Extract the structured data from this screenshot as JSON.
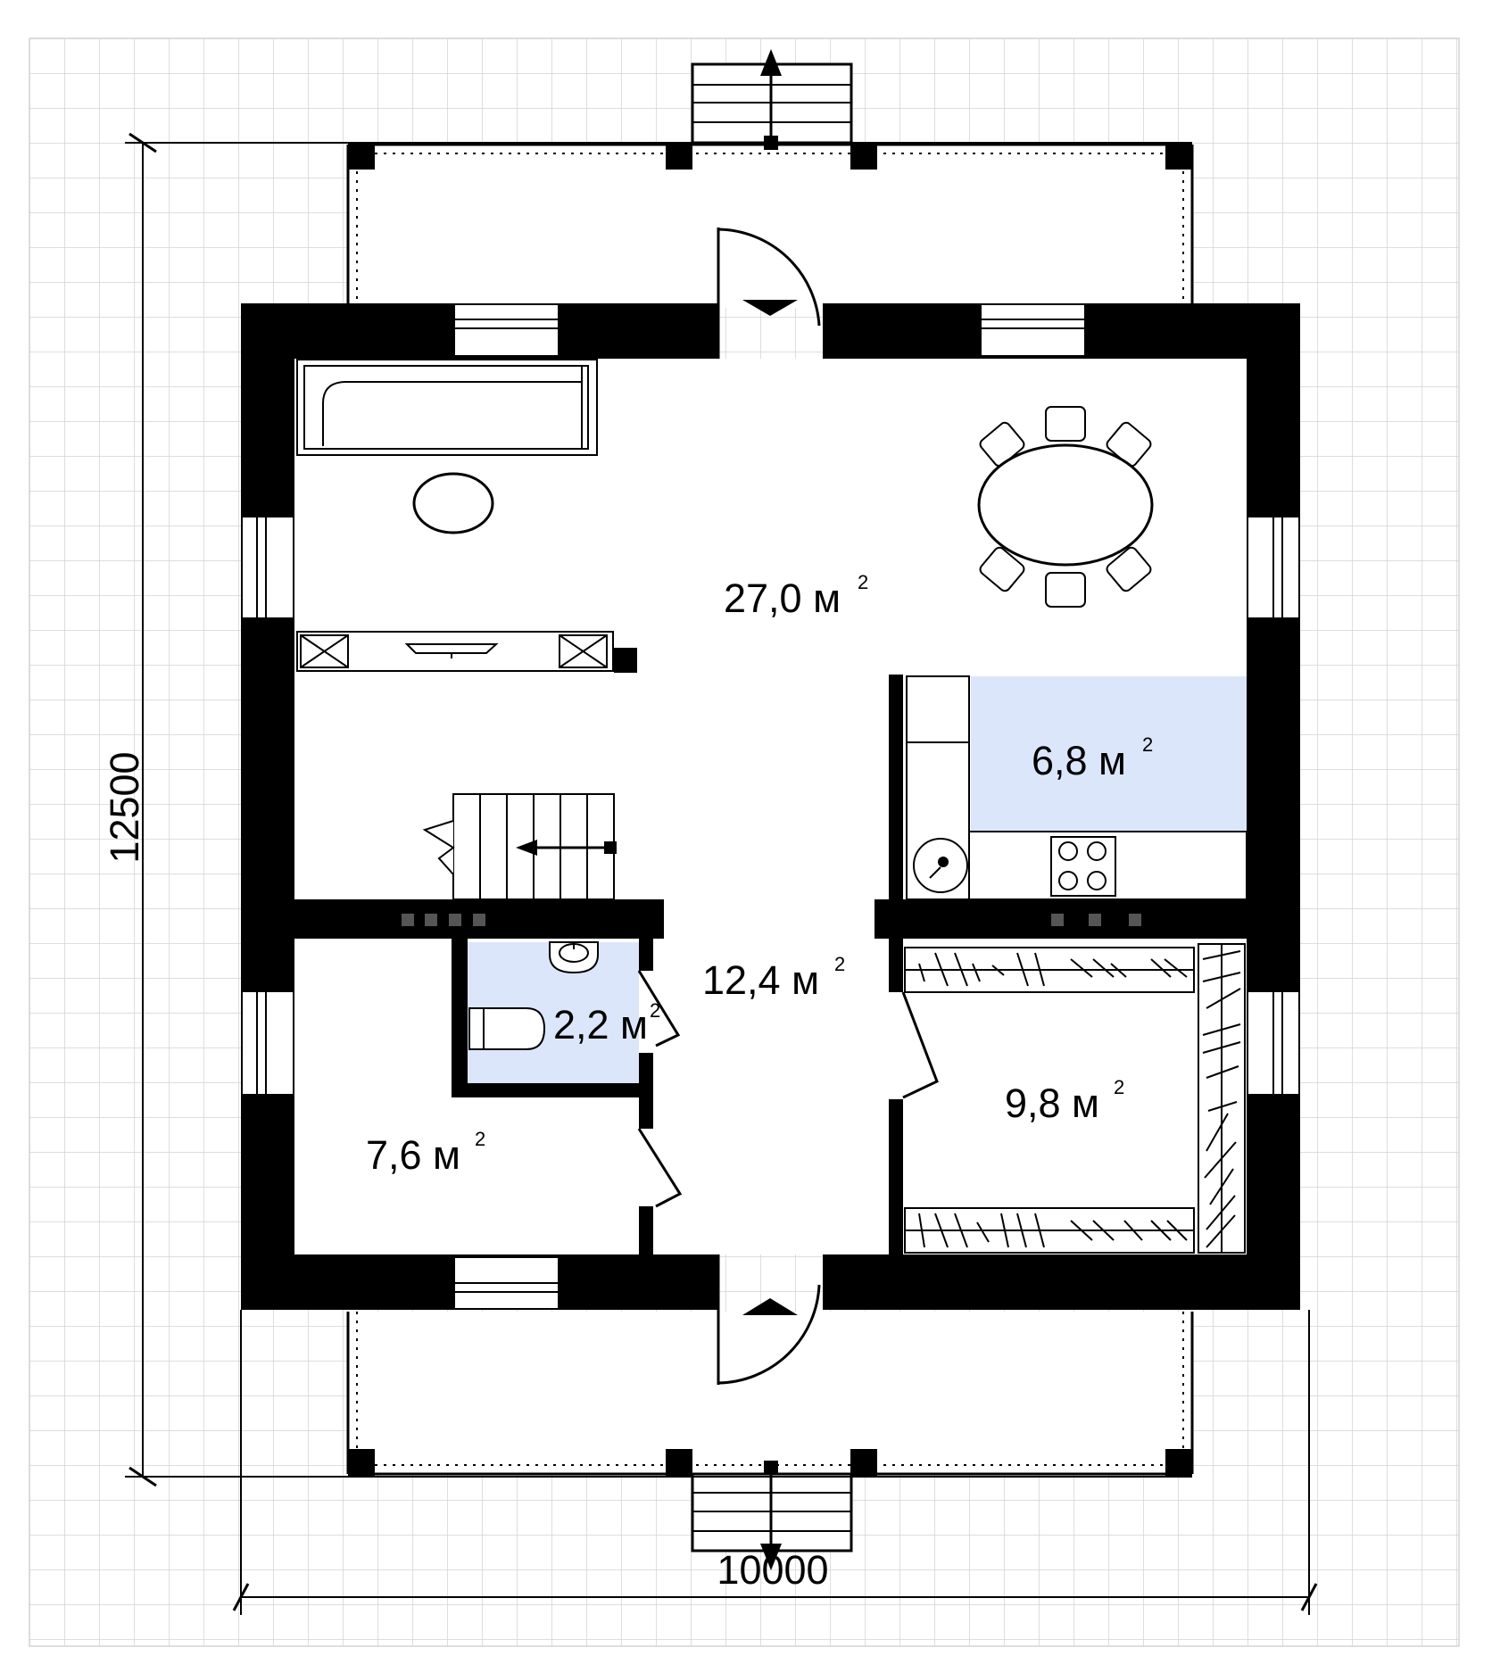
{
  "dimensions": {
    "width": "10000",
    "height": "12500"
  },
  "rooms": [
    {
      "id": "living",
      "area": "27,0 м",
      "unit_sup": "2"
    },
    {
      "id": "kitchen",
      "area": "6,8 м",
      "unit_sup": "2"
    },
    {
      "id": "hall",
      "area": "12,4 м",
      "unit_sup": "2"
    },
    {
      "id": "bathroom",
      "area": "2,2 м",
      "unit_sup": "2"
    },
    {
      "id": "bedroom-left",
      "area": "7,6 м",
      "unit_sup": "2"
    },
    {
      "id": "bedroom-right",
      "area": "9,8 м",
      "unit_sup": "2"
    }
  ],
  "colors": {
    "wall": "#000000",
    "grid": "#d2d2d2",
    "highlight_room": "#dce6fa",
    "background": "#ffffff"
  }
}
